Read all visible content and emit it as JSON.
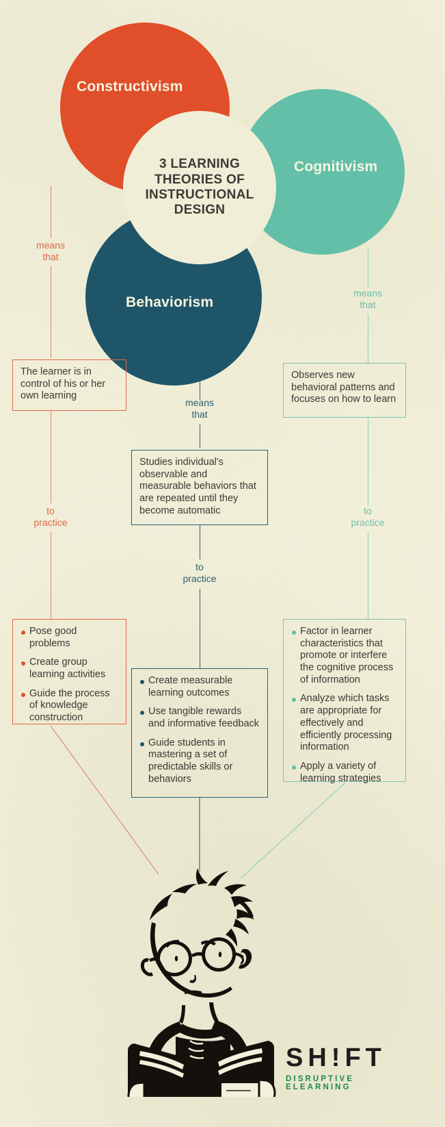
{
  "theme": {
    "background": "#f3f1db",
    "red": "#e04e2a",
    "teal": "#63bfa8",
    "dark": "#1f5568",
    "center_circle": "#f0eed6",
    "text": "#3a3a35",
    "logo_green": "#1f8a4c"
  },
  "venn": {
    "title": "3 LEARNING\nTHEORIES OF\nINSTRUCTIONAL\nDESIGN",
    "circles": [
      {
        "id": "constructivism",
        "label": "Constructivism",
        "color": "#e04e2a"
      },
      {
        "id": "cognitivism",
        "label": "Cognitivism",
        "color": "#63bfa8"
      },
      {
        "id": "behaviorism",
        "label": "Behaviorism",
        "color": "#1f5568"
      }
    ]
  },
  "connectors": {
    "means_that": "means\nthat",
    "to_practice": "to\npractice"
  },
  "branches": {
    "constructivism": {
      "means_that": "means\nthat",
      "definition": "The learner is in control of his or her own learning",
      "to_practice": "to\npractice",
      "practices": [
        "Pose good problems",
        "Create group learning activities",
        "Guide the process of knowledge construction"
      ]
    },
    "behaviorism": {
      "means_that": "means\nthat",
      "definition": "Studies individual's observable and measurable behaviors that are repeated until they become automatic",
      "to_practice": "to\npractice",
      "practices": [
        "Create measurable learning outcomes",
        "Use tangible rewards and informative feedback",
        "Guide students in mastering a set of predictable skills or behaviors"
      ]
    },
    "cognitivism": {
      "means_that": "means\nthat",
      "definition": "Observes new behavioral patterns and focuses on how to learn",
      "to_practice": "to\npractice",
      "practices": [
        "Factor in learner characteristics that promote or interfere the cognitive process of information",
        "Analyze which tasks are appropriate for effectively and efficiently processing information",
        "Apply a variety of learning strategies"
      ]
    }
  },
  "illustration": {
    "name": "boy-reading-book-illustration",
    "alt": "Illustration of a boy with glasses reading an open book"
  },
  "logo": {
    "word_part_1": "SH",
    "word_bang": "!",
    "word_part_2": "FT",
    "full": "SH!FT",
    "tagline": "DISRUPTIVE ELEARNING"
  }
}
